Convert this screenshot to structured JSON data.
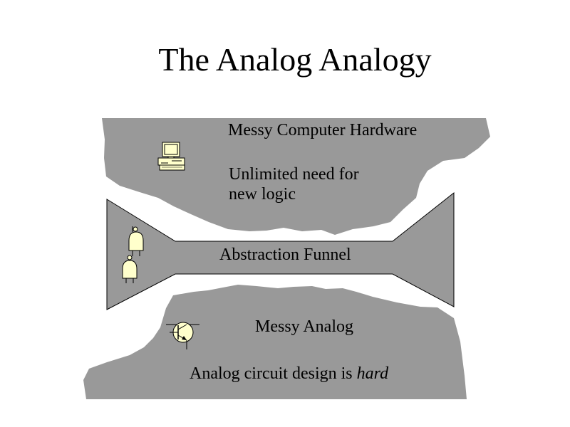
{
  "slide": {
    "title": "The Analog Analogy"
  },
  "top_region": {
    "heading": "Messy Computer Hardware",
    "text_line1": "Unlimited need for",
    "text_line2": "new logic",
    "icon": "computer-icon"
  },
  "funnel": {
    "label": "Abstraction Funnel",
    "icons": [
      "nand-gate-icon",
      "and-gate-icon"
    ]
  },
  "bottom_region": {
    "heading": "Messy Analog",
    "text_prefix": "Analog circuit design is ",
    "text_emphasis": "hard",
    "icon": "transistor-icon"
  },
  "colors": {
    "region_fill": "#999999",
    "icon_fill": "#ffffcc",
    "background": "#ffffff",
    "text": "#000000"
  }
}
